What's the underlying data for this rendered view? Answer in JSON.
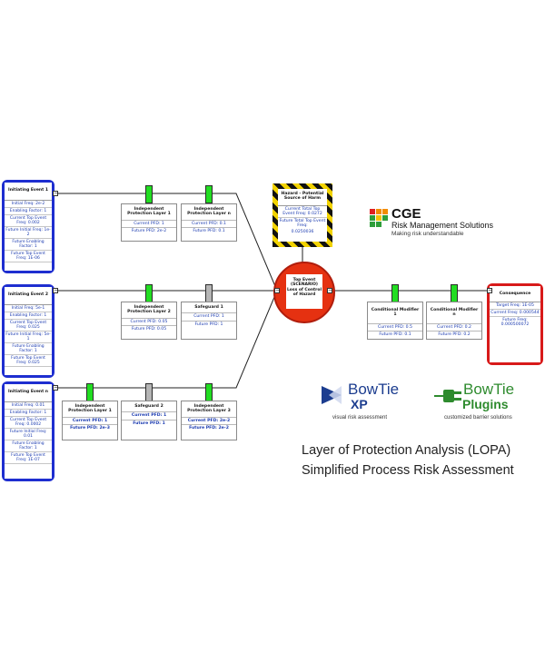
{
  "initiating_events": [
    {
      "title": "Initiating Event 1",
      "lines": [
        "Initial Freq: 2e-2",
        "Enabling Factor: 1",
        "Current Top Event Freq: 0.002",
        "Future Initial Freq: 1e-2",
        "Future Enabling Factor: 1",
        "Future Top Event Freq: 1E-06"
      ]
    },
    {
      "title": "Initiating Event 2",
      "lines": [
        "Initial Freq: 5e-1",
        "Enabling Factor: 1",
        "Current Top Event Freq: 0.025",
        "Future Initial Freq: 5e-1",
        "Future Enabling Factor: 1",
        "Future Top Event Freq: 0.025"
      ]
    },
    {
      "title": "Initiating Event n",
      "lines": [
        "Initial Freq: 0.01",
        "Enabling Factor: 1",
        "Current Top Event Freq: 0.0002",
        "Future Initial Freq: 0.01",
        "Future Enabling Factor: 1",
        "Future Top Event Freq: 1E-07"
      ]
    }
  ],
  "barriers": [
    {
      "title": "Independent Protection Layer 1",
      "current": "Current PFD: 1",
      "future": "Future PFD: 2e-2"
    },
    {
      "title": "Independent Protection Layer n",
      "current": "Current PFD: 0.1",
      "future": "Future PFD: 0.1"
    },
    {
      "title": "Independent Protection Layer 2",
      "current": "Current PFD: 0.05",
      "future": "Future PFD: 0.05"
    },
    {
      "title": "Safeguard 1",
      "current": "Current PFD: 1",
      "future": "Future PFD: 1"
    },
    {
      "title": "Independent Protection Layer 1",
      "current": "Current PFD: 1",
      "future": "Future PFD: 2e-3"
    },
    {
      "title": "Safeguard 2",
      "current": "Current PFD: 1",
      "future": "Future PFD: 1"
    },
    {
      "title": "Independent Protection Layer 3",
      "current": "Current PFD: 2e-2",
      "future": "Future PFD: 2e-2"
    }
  ],
  "modifiers": [
    {
      "title": "Conditional Modifier 1",
      "current": "Current PFD: 0.5",
      "future": "Future PFD: 0.1"
    },
    {
      "title": "Conditional Modifier n",
      "current": "Current PFD: 0.2",
      "future": "Future PFD: 0.2"
    }
  ],
  "hazard": {
    "title": "Hazard - Potential Source of Harm",
    "current": "Current Total Top Event Freq: 0.0272",
    "future_label": "Future Total Top Event Freq:",
    "future_value": "0.0250036"
  },
  "top_event": {
    "label": "Top Event (SCENARIO) Loss of Control of Hazard"
  },
  "consequence": {
    "title": "Consequence",
    "lines": [
      "Target Freq: 1E-05",
      "Current Freq: 0.000544",
      "Future Freq: 0.000500072"
    ]
  },
  "cge": {
    "name": "CGE",
    "sub": "Risk Management Solutions",
    "tagline": "Making risk understandable",
    "colors": [
      "#e02020",
      "#f28c00",
      "#2e9e3a",
      "#f5c400"
    ]
  },
  "bowtie_xp": {
    "word": "BowTie",
    "suffix": "XP",
    "tagline": "visual risk assessment",
    "color": "#1c3d8f"
  },
  "bowtie_plugins": {
    "word": "BowTie",
    "suffix": "Plugins",
    "tagline": "customized barrier solutions",
    "color": "#2e8b2e"
  },
  "caption": {
    "line1": "Layer of Protection Analysis (LOPA)",
    "line2": "Simplified Process Risk Assessment"
  },
  "colors": {
    "green_tab": "#22dd22",
    "grey_tab": "#b5b5b5",
    "ie_blue": "#1e2ed0",
    "cq_red": "#d81a1a",
    "top_red": "#e53111"
  }
}
